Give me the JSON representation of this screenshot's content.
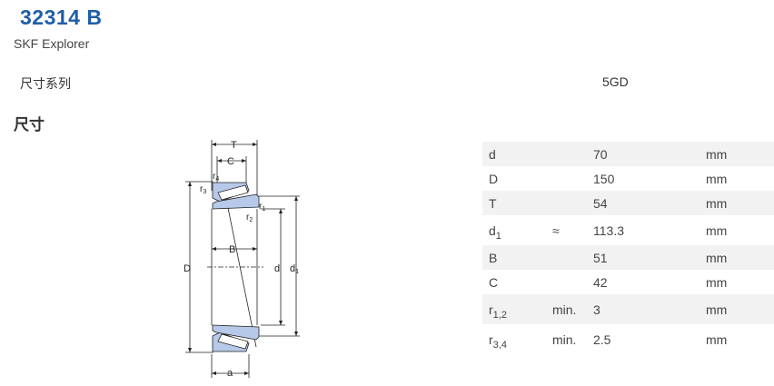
{
  "product": {
    "designation": "32314 B",
    "brand": "SKF Explorer"
  },
  "series": {
    "label": "尺寸系列",
    "value": "5GD"
  },
  "dimensions_section": {
    "title": "尺寸"
  },
  "diagram_labels": {
    "T": "T",
    "C": "C",
    "r4": "r",
    "r4_sub": "4",
    "r3": "r",
    "r3_sub": "3",
    "r1": "r",
    "r1_sub": "1",
    "r2": "r",
    "r2_sub": "2",
    "B": "B",
    "D": "D",
    "d": "d",
    "d1": "d",
    "d1_sub": "1",
    "a": "a"
  },
  "dimensions_table": {
    "rows": [
      {
        "symbol": "d",
        "sub": "",
        "qualifier": "",
        "value": "70",
        "unit": "mm"
      },
      {
        "symbol": "D",
        "sub": "",
        "qualifier": "",
        "value": "150",
        "unit": "mm"
      },
      {
        "symbol": "T",
        "sub": "",
        "qualifier": "",
        "value": "54",
        "unit": "mm"
      },
      {
        "symbol": "d",
        "sub": "1",
        "qualifier": "≈",
        "value": "113.3",
        "unit": "mm"
      },
      {
        "symbol": "B",
        "sub": "",
        "qualifier": "",
        "value": "51",
        "unit": "mm"
      },
      {
        "symbol": "C",
        "sub": "",
        "qualifier": "",
        "value": "42",
        "unit": "mm"
      },
      {
        "symbol": "r",
        "sub": "1,2",
        "qualifier": "min.",
        "value": "3",
        "unit": "mm"
      },
      {
        "symbol": "r",
        "sub": "3,4",
        "qualifier": "min.",
        "value": "2.5",
        "unit": "mm"
      }
    ]
  },
  "colors": {
    "title": "#1f5ea8",
    "bearing_fill": "#b7c9e8",
    "row_stripe": "#f2f2f2"
  }
}
